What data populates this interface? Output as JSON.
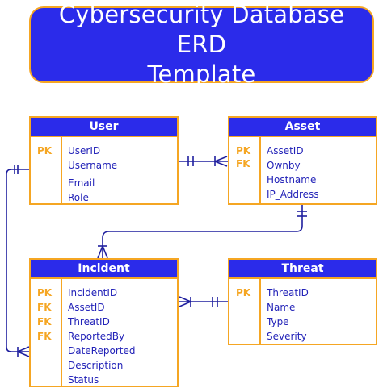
{
  "title": {
    "line1": "Cybersecurity Database ERD",
    "line2": "Template"
  },
  "entities": {
    "user": {
      "name": "User",
      "keys": [
        "PK"
      ],
      "attributes": [
        "UserID",
        "Username",
        "Email",
        "Role"
      ]
    },
    "asset": {
      "name": "Asset",
      "keys": [
        "PK",
        "FK"
      ],
      "attributes": [
        "AssetID",
        "Ownby",
        "Hostname",
        "IP_Address"
      ]
    },
    "incident": {
      "name": "Incident",
      "keys": [
        "PK",
        "FK",
        "FK",
        "FK"
      ],
      "attributes": [
        "IncidentID",
        "AssetID",
        "ThreatID",
        "ReportedBy",
        "DateReported",
        "Description",
        "Status"
      ]
    },
    "threat": {
      "name": "Threat",
      "keys": [
        "PK"
      ],
      "attributes": [
        "ThreatID",
        "Name",
        "Type",
        "Severity"
      ]
    }
  },
  "colors": {
    "header_blue": "#2b2bea",
    "border_orange": "#f5a623",
    "attribute_text": "#2323b8",
    "connector": "#1f1f9e"
  }
}
